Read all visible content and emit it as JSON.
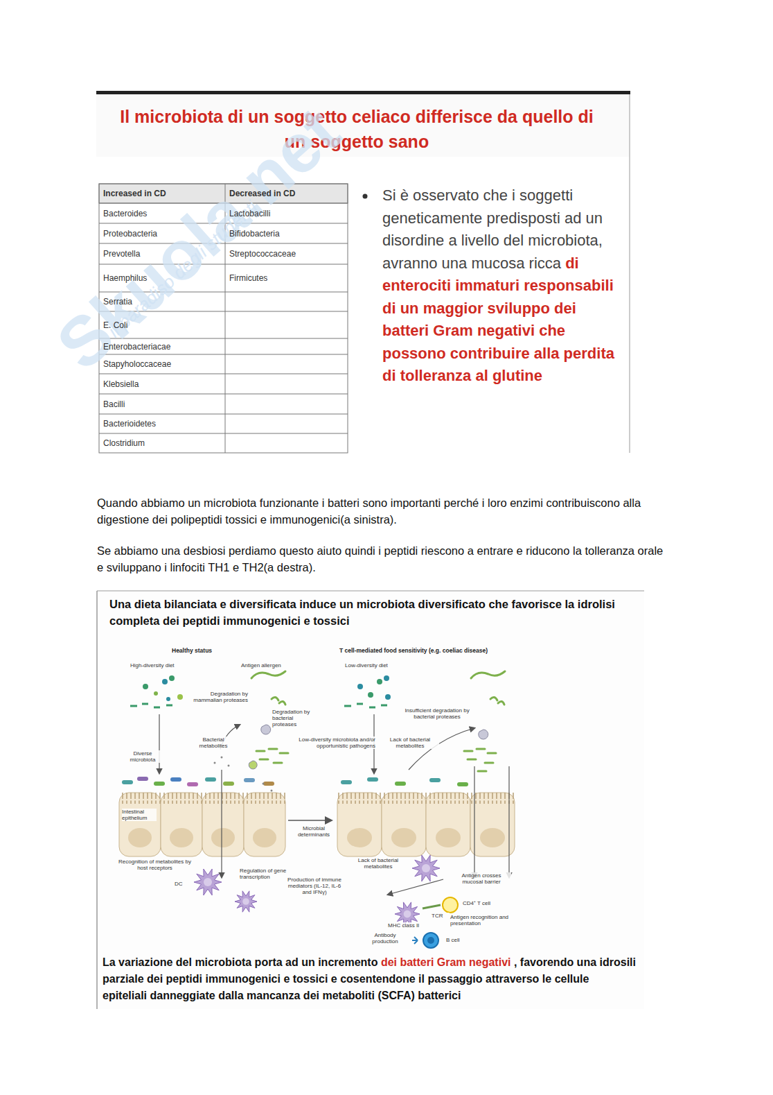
{
  "diagram": {
    "title": "Il microbiota di un soggetto celiaco differisce da quello di un soggetto sano",
    "labels": [
      "Increased in CD",
      "Decreased in CD",
      "Bacteroides",
      "Lactobacilli",
      "Proteobacteria",
      "Bifidobacteria",
      "Prevotella",
      "Streptococcaceae",
      "Haemphilus",
      "Firmicutes",
      "Serratia",
      "E. Coli",
      "Enterobacteriacae",
      "Stapyholoccaceae",
      "Klebsiella",
      "Bacilli",
      "Bacterioidetes",
      "Clostridium",
      "Si è osservato che i soggetti geneticamente predisposti ad un disordine a livello del microbiota, avranno una mucosa ricca",
      "di enterociti immaturi responsabili di un maggior sviluppo dei batteri Gram negativi che possono contribuire alla perdita di tolleranza al glutine",
      "Quando abbiamo un microbiota funzionante i batteri sono importanti perché i loro enzimi contribuiscono alla digestione dei polipeptidi tossici e immunogenici(a sinistra).",
      "Se abbiamo una desbiosi perdiamo questo aiuto quindi i peptidi riescono a entrare e riducono la tolleranza orale e sviluppano i linfociti TH1 e TH2(a destra).",
      "Una dieta bilanciata e diversificata induce un  microbiota diversificato che favorisce la idrolisi completa dei peptidi immunogenici e tossici",
      "Healthy status",
      "T cell-mediated food sensitivity (e.g. coeliac disease)",
      "High-diversity diet",
      "Antigen allergen",
      "Degradation by mammalian proteases",
      "Degradation by bacterial proteases",
      "Bacterial metabolites",
      "Diverse microbiota",
      "Intestinal epithelium",
      "Recognition of metabolites by host receptors",
      "DC",
      "Regulation of gene transcription",
      "Production of immune mediators (IL-12, IL-6 and IFNγ)",
      "Microbial determinants",
      "Low-diversity diet",
      "Insufficient degradation by bacterial proteases",
      "Low-diversity microbiota and/or opportunistic pathogens",
      "Lack of bacterial metabolites",
      "Lack of bacterial metabolites",
      "Antigen crosses mucosal barrier",
      "CD4⁺ T cell",
      "TCR",
      "Antigen recognition and presentation",
      "MHC class II",
      "Antibody production",
      "B cell",
      "La variazione del microbiota porta ad un incremento",
      "dei batteri  Gram negativi",
      ", favorendo una idrosili parziale dei peptidi immunogenici e tossici e cosentendone il passaggio attraverso le cellule epiteliali danneggiate dalla mancanza dei metaboliti (SCFA) batterici",
      "Skuola.net",
      "il paradiso degli studenti"
    ]
  }
}
